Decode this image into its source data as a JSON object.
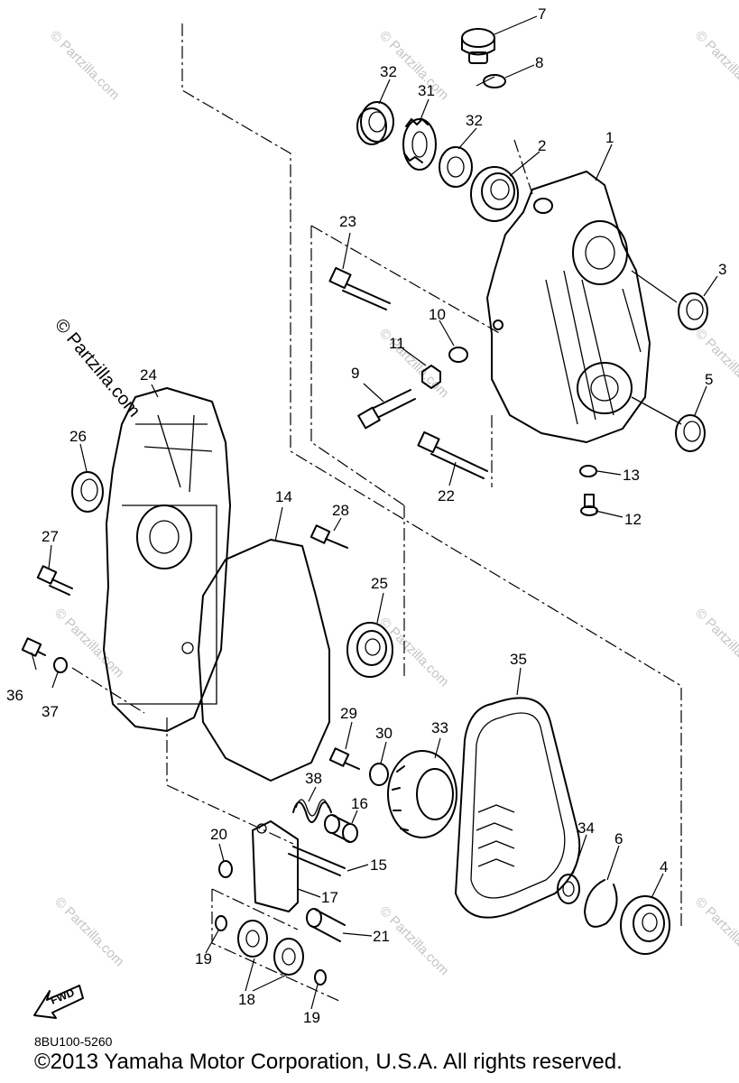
{
  "watermark": {
    "text": "© Partzilla.com",
    "large_text": "© Partzilla.com"
  },
  "callouts": [
    "1",
    "2",
    "3",
    "4",
    "5",
    "6",
    "7",
    "8",
    "9",
    "10",
    "11",
    "12",
    "13",
    "14",
    "15",
    "16",
    "17",
    "18",
    "19",
    "19",
    "20",
    "21",
    "22",
    "23",
    "24",
    "25",
    "26",
    "27",
    "28",
    "29",
    "30",
    "31",
    "32",
    "32",
    "33",
    "34",
    "35",
    "36",
    "37",
    "38"
  ],
  "fwd_label": "FWD",
  "diagram_code": "8BU100-5260",
  "copyright": "©2013 Yamaha Motor Corporation, U.S.A. All rights reserved."
}
